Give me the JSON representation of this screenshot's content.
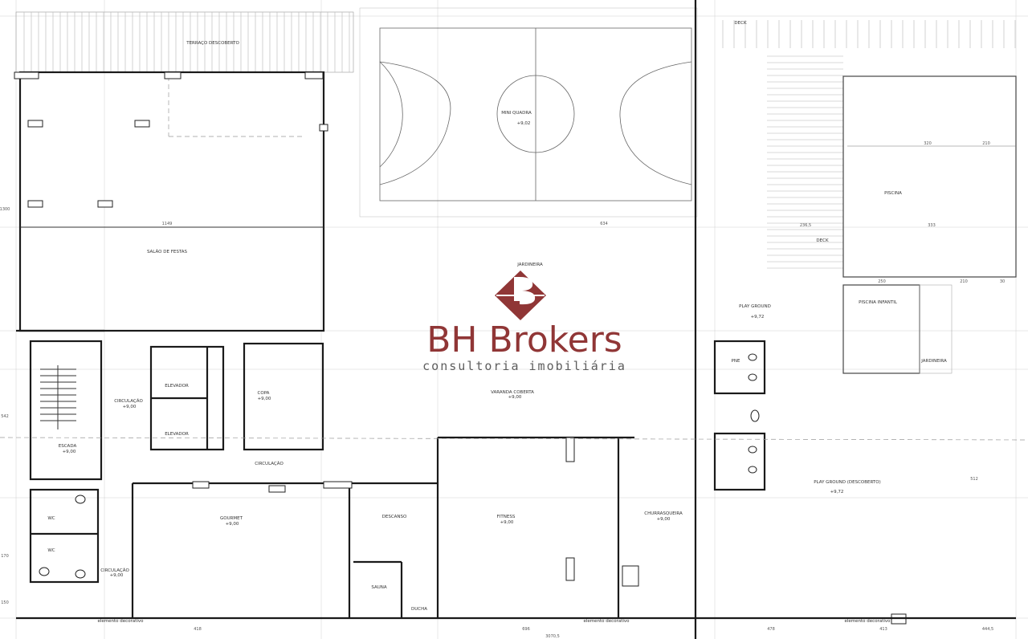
{
  "watermark": {
    "brand": "BH Brokers",
    "tagline": "consultoria imobiliária",
    "colors": {
      "primary": "#8b2c2c",
      "secondary": "#555555"
    },
    "logo_icon": "house-diamond-icon"
  },
  "rooms": {
    "terraco": "TERRAÇO DESCOBERTO",
    "salao": "SALÃO DE FESTAS",
    "mini_quadra": "MINI QUADRA",
    "mini_quadra_level": "+9,02",
    "piscina": "PISCINA",
    "piscina_infantil": "PISCINA INFANTIL",
    "jardineira": "JARDINEIRA",
    "deck_top": "DECK",
    "deck_mid": "DECK",
    "play_ground": "PLAY GROUND",
    "play_ground_level": "+9,72",
    "play_ground_desc": "PLAY GROUND (DESCOBERTO)",
    "play_ground_desc_level": "+9,72",
    "varanda": "VARANDA COBERTA",
    "varanda_level": "+9,00",
    "circulacao_1": "CIRCULAÇÃO",
    "circulacao_1_level": "+9,00",
    "circulacao_2": "CIRCULAÇÃO",
    "circulacao_3": "CIRCULAÇÃO",
    "circulacao_3_level": "+9,00",
    "elevador_1": "ELEVADOR",
    "elevador_2": "ELEVADOR",
    "escada": "ESCADA",
    "escada_level": "+9,00",
    "copa": "COPA",
    "copa_level": "+9,00",
    "gourmet": "GOURMET",
    "gourmet_level": "+9,00",
    "descanso": "DESCANSO",
    "fitness": "FITNESS",
    "fitness_level": "+9,00",
    "churrasqueira": "CHURRASQUEIRA",
    "churrasqueira_level": "+9,00",
    "sauna": "SAUNA",
    "ducha": "DUCHA",
    "wc_1": "WC",
    "wc_2": "WC",
    "pne": "PNE",
    "jardineira_2": "JARDINEIRA",
    "elemento_1": "elemento decorativo",
    "elemento_2": "elemento decorativo",
    "elemento_3": "elemento decorativo"
  },
  "dimensions": {
    "d_top": "1149",
    "d_mid": "634",
    "d_right_1": "236,5",
    "d_right_2": "333",
    "d_bottom_1": "418",
    "d_bottom_2": "696",
    "d_bottom_3": "478",
    "d_bottom_4": "413",
    "d_bottom_5": "444,5",
    "d_bottom_total": "3070,5",
    "d_left_1": "1300",
    "d_left_2": "542",
    "d_left_3": "170",
    "d_left_4": "150",
    "d_right_v": "512",
    "d_pool_w": "320",
    "d_pool_h": "210",
    "d_pi_1": "250",
    "d_pi_2": "210",
    "d_pi_3": "30"
  }
}
